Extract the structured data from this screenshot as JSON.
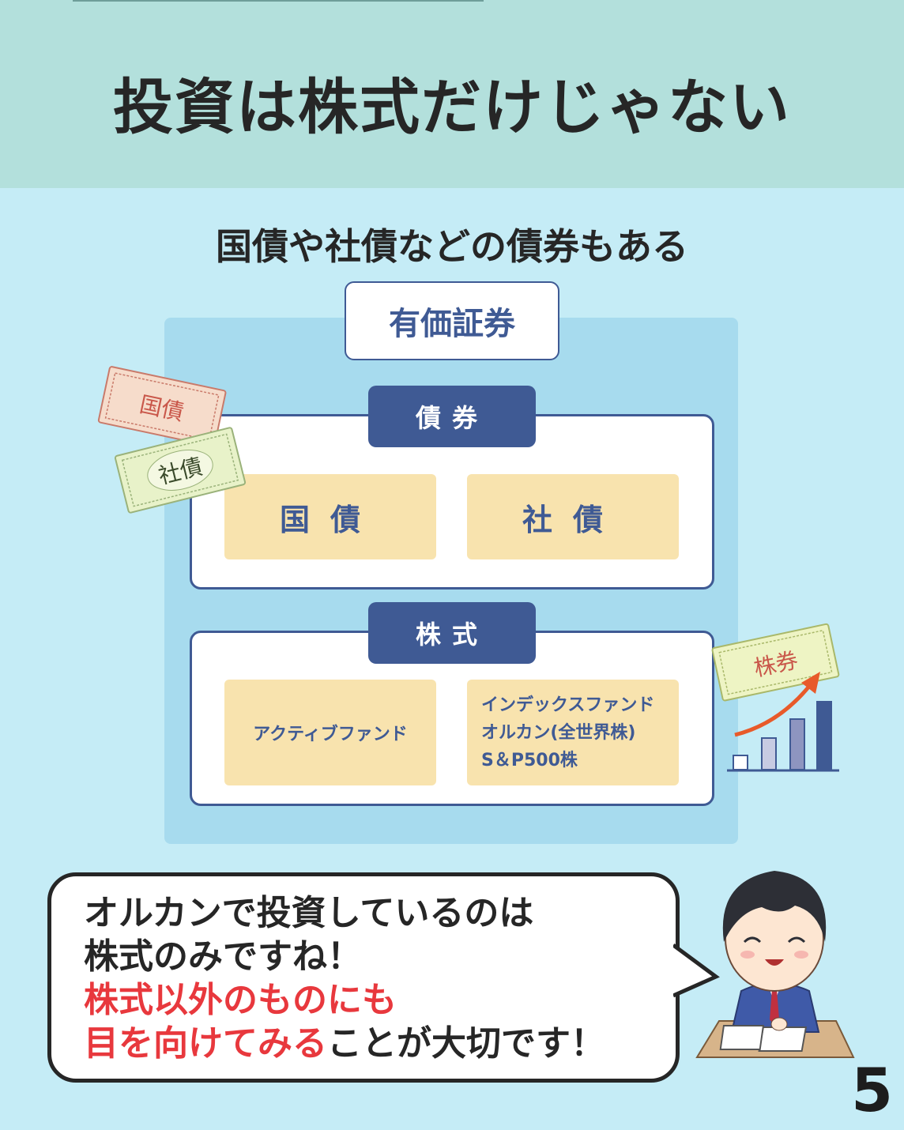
{
  "header": {
    "title": "投資は株式だけじゃない"
  },
  "subtitle": "国債や社債などの債券もある",
  "diagram": {
    "root_label": "有価証券",
    "bonds": {
      "tag": "債券",
      "items": [
        "国債",
        "社債"
      ]
    },
    "stocks": {
      "tag": "株式",
      "active": "アクティブファンド",
      "index_lines": [
        "インデックスファンド",
        "オルカン(全世界株)",
        "S＆P500株"
      ]
    }
  },
  "illustrations": {
    "ticket_kokusai": "国債",
    "ticket_shasai": "社債",
    "ticket_kabuken": "株券",
    "ticket_color_red": "#c97a6a",
    "ticket_color_green": "#9ab27a",
    "bar_color": "#3f5a94",
    "arrow_color": "#e85a2a"
  },
  "bubble": {
    "line1": "オルカンで投資しているのは",
    "line2": "株式のみですね！",
    "line3_red": "株式以外のものにも",
    "line4_red": "目を向けてみる",
    "line4_rest": "ことが大切です！"
  },
  "page_number": "5"
}
